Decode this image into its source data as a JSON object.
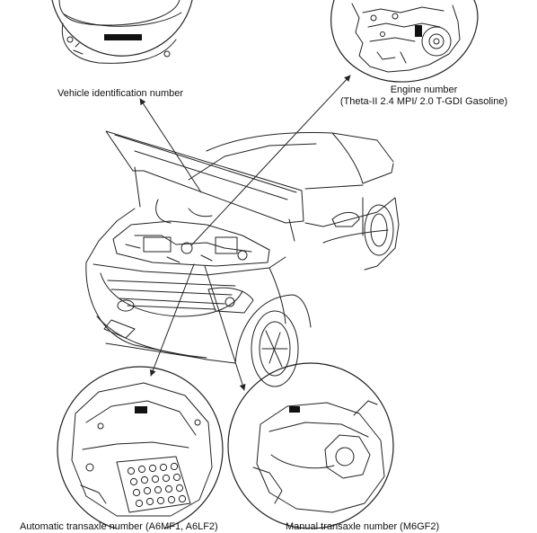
{
  "labels": {
    "vin": "Vehicle identification number",
    "engine_line1": "Engine number",
    "engine_line2": "(Theta-II 2.4 MPI/ 2.0 T-GDI Gasoline)",
    "auto_transaxle": "Automatic transaxle number (A6MF1, A6LF2)",
    "manual_transaxle": "Manual transaxle number (M6GF2)"
  },
  "colors": {
    "line": "#222222",
    "background": "#ffffff"
  },
  "icons": [
    "car-illustration",
    "vin-plate-detail",
    "engine-detail",
    "auto-transaxle-detail",
    "manual-transaxle-detail",
    "pointer-arrow"
  ]
}
